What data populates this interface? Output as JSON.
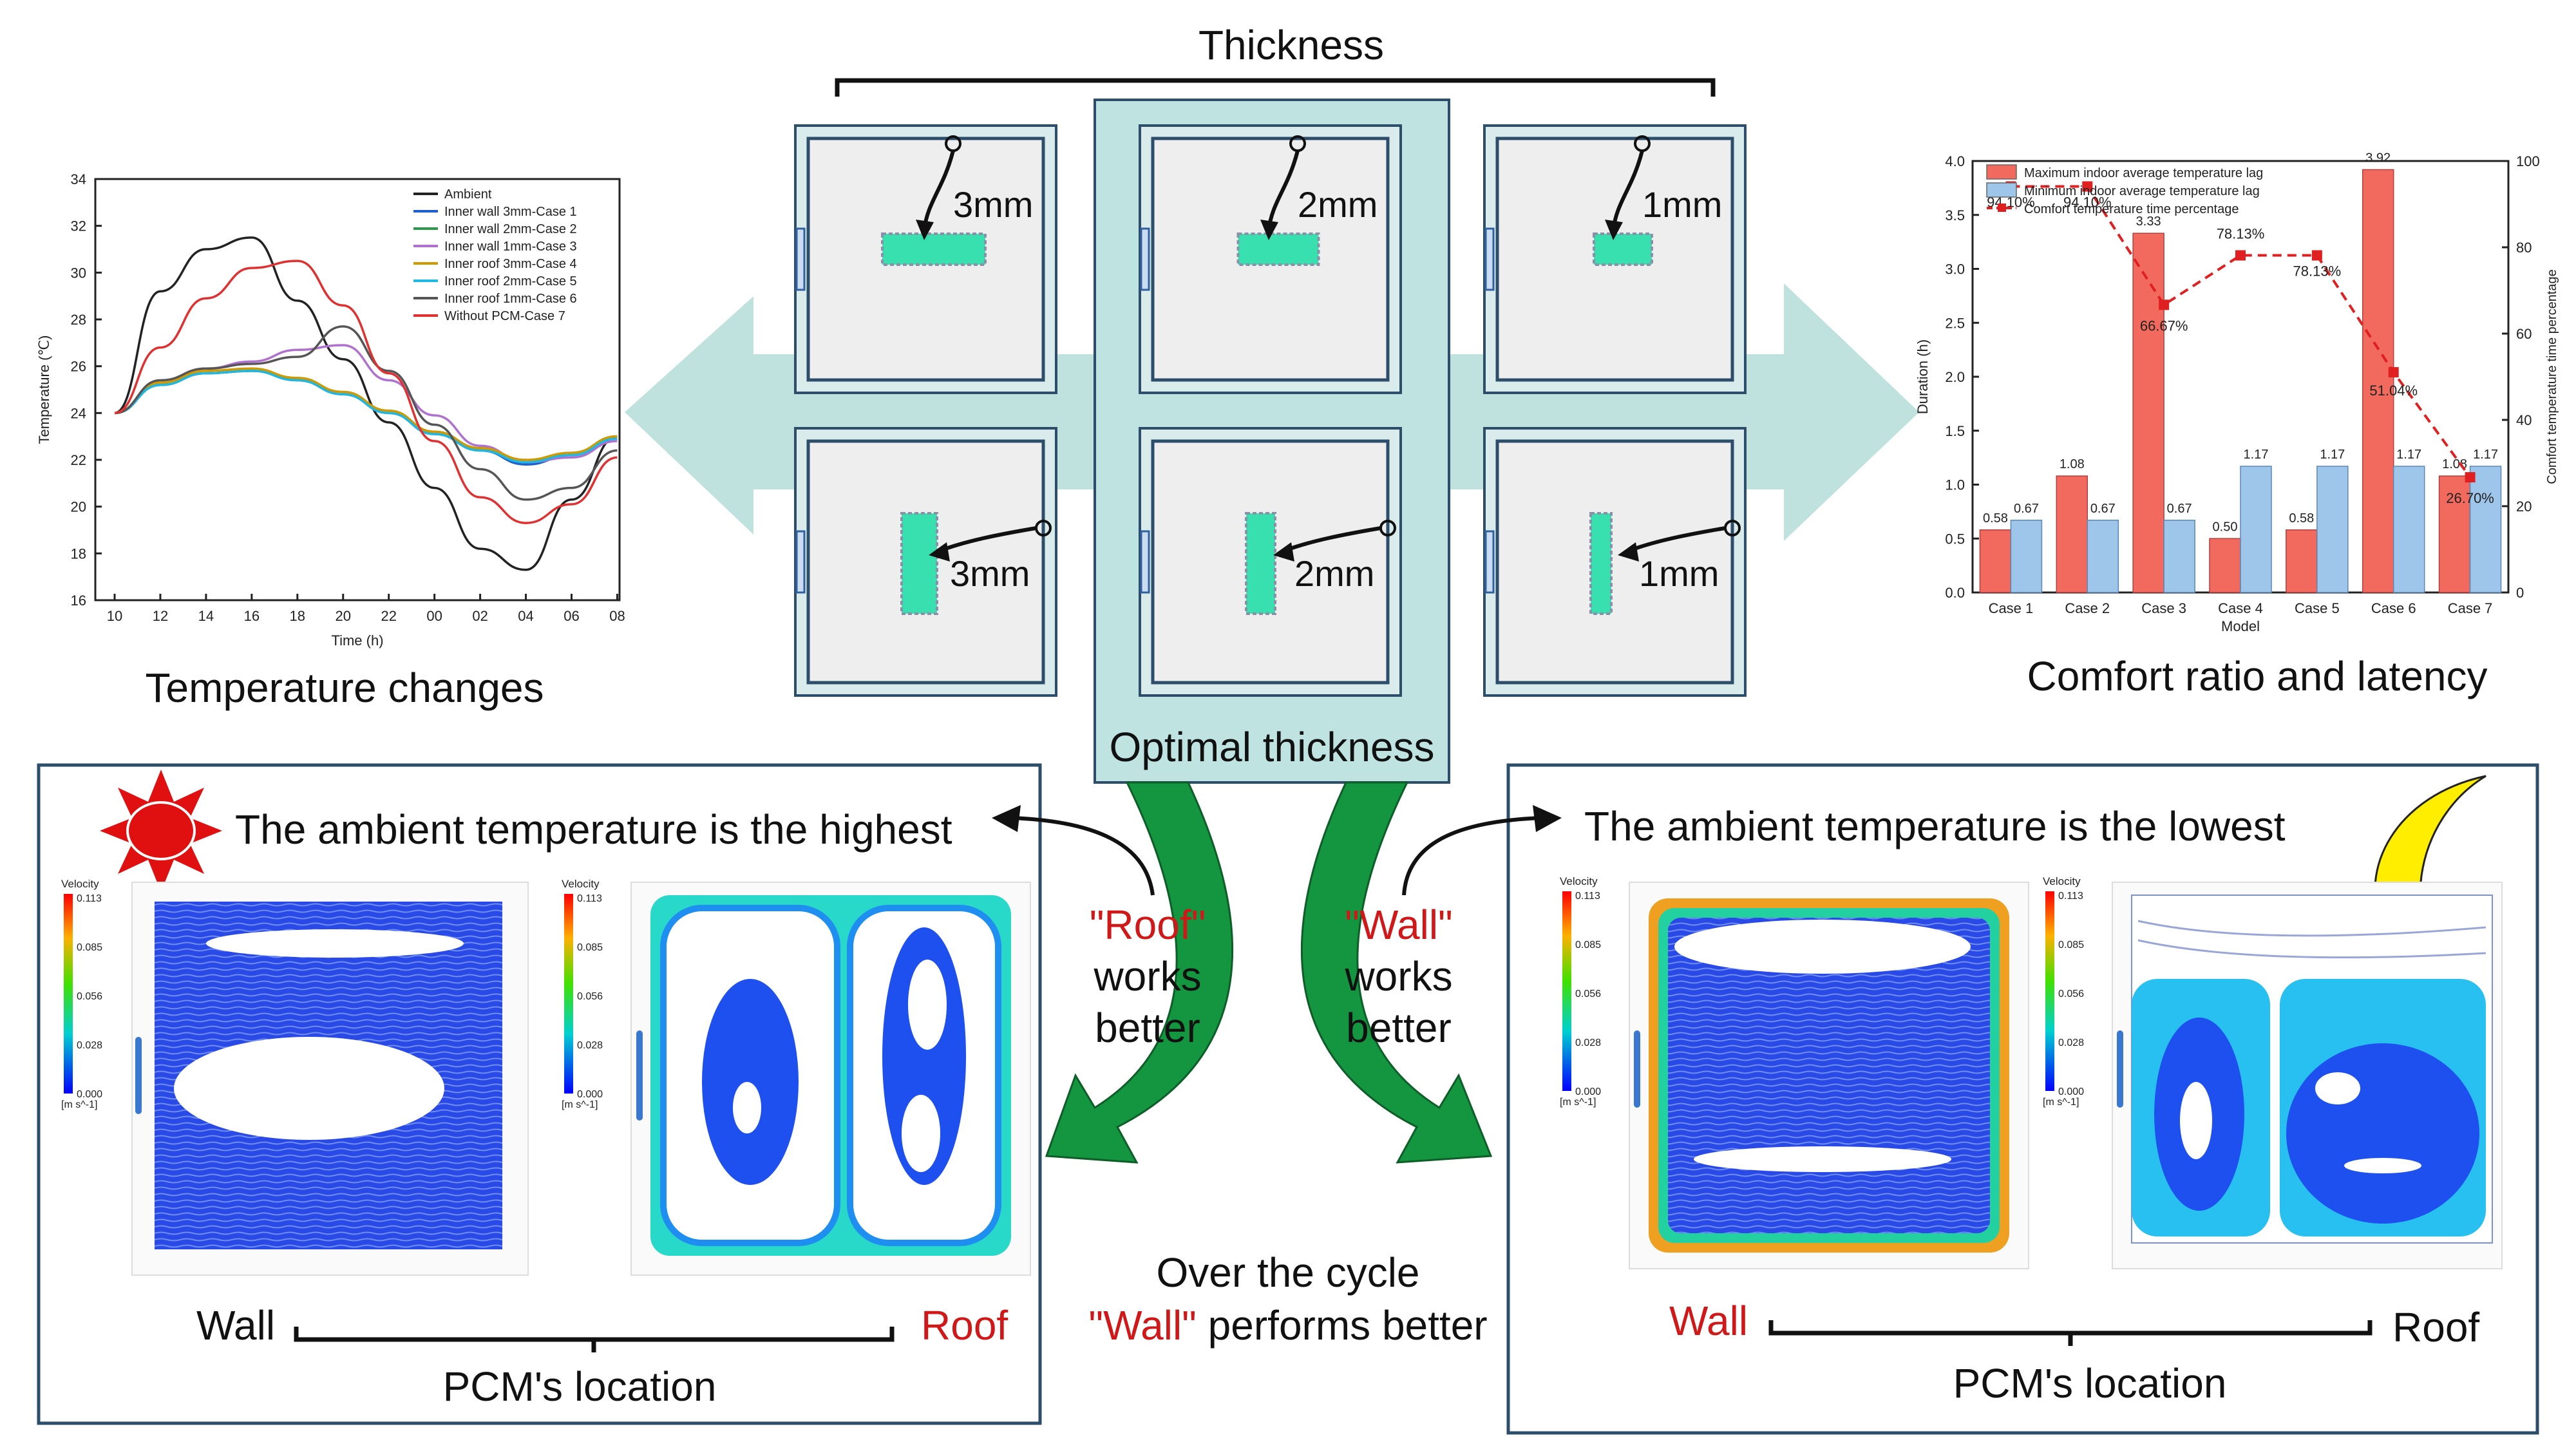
{
  "top": {
    "thickness_title": "Thickness",
    "thickness_labels": [
      "3mm",
      "2mm",
      "1mm"
    ],
    "optimal_label": "Optimal thickness"
  },
  "left_chart_title": "Temperature changes",
  "right_chart_title": "Comfort ratio and latency",
  "center": {
    "roof_quote": "\"Roof\"",
    "roof_line2": "works",
    "roof_line3": "better",
    "wall_quote": "\"Wall\"",
    "wall_line2": "works",
    "wall_line3": "better",
    "cycle_line1": "Over the cycle",
    "cycle_wall": "\"Wall\"",
    "cycle_rest": "performs better"
  },
  "bottom_left": {
    "heading": "The ambient temperature is the highest",
    "wall": "Wall",
    "roof": "Roof",
    "location": "PCM's location"
  },
  "bottom_right": {
    "heading": "The ambient temperature is the lowest",
    "wall": "Wall",
    "roof": "Roof",
    "location": "PCM's location"
  },
  "velocity_legend": {
    "title": "Velocity",
    "ticks": [
      "0.113",
      "0.085",
      "0.056",
      "0.028",
      "0.000"
    ],
    "unit": "[m s^-1]"
  },
  "colors": {
    "accent_teal": "#bfe3e0",
    "pcm_green": "#38e0b0",
    "arrow_green": "#14953f",
    "red_text": "#d01818",
    "bar_red": "#f26a5e",
    "bar_blue": "#9ec5ea"
  },
  "chart_data": [
    {
      "type": "line",
      "xlabel": "Time (h)",
      "ylabel": "Temperature (℃)",
      "ylim": [
        16,
        34
      ],
      "yticks": [
        "16",
        "18",
        "20",
        "22",
        "24",
        "26",
        "28",
        "30",
        "32",
        "34"
      ],
      "x": [
        "10",
        "12",
        "14",
        "16",
        "18",
        "20",
        "22",
        "00",
        "02",
        "04",
        "06",
        "08"
      ],
      "series": [
        {
          "name": "Ambient",
          "color": "#222222",
          "values": [
            24.0,
            29.2,
            31.0,
            31.5,
            28.8,
            26.3,
            23.6,
            20.8,
            18.2,
            17.3,
            20.3,
            23.0
          ]
        },
        {
          "name": "Inner wall 3mm-Case 1",
          "color": "#1f5fd0",
          "values": [
            24.0,
            25.2,
            25.7,
            25.8,
            25.4,
            24.8,
            24.0,
            23.1,
            22.4,
            21.8,
            22.2,
            23.0
          ]
        },
        {
          "name": "Inner wall 2mm-Case 2",
          "color": "#2a9a4a",
          "values": [
            24.0,
            25.2,
            25.7,
            25.8,
            25.5,
            24.9,
            24.1,
            23.2,
            22.5,
            21.9,
            22.3,
            23.0
          ]
        },
        {
          "name": "Inner wall 1mm-Case 3",
          "color": "#b070d0",
          "values": [
            24.0,
            25.3,
            25.9,
            26.2,
            26.7,
            26.9,
            25.4,
            23.9,
            22.6,
            21.9,
            22.1,
            22.8
          ]
        },
        {
          "name": "Inner roof 3mm-Case 4",
          "color": "#d09a00",
          "values": [
            24.0,
            25.3,
            25.8,
            25.9,
            25.5,
            24.9,
            24.1,
            23.2,
            22.5,
            22.0,
            22.3,
            23.0
          ]
        },
        {
          "name": "Inner roof 2mm-Case 5",
          "color": "#20b8e0",
          "values": [
            24.0,
            25.2,
            25.7,
            25.8,
            25.4,
            24.8,
            24.0,
            23.1,
            22.4,
            21.9,
            22.2,
            22.9
          ]
        },
        {
          "name": "Inner roof 1mm-Case 6",
          "color": "#555555",
          "values": [
            24.0,
            25.4,
            25.9,
            26.1,
            26.4,
            27.7,
            25.8,
            23.5,
            21.6,
            20.3,
            20.8,
            22.4
          ]
        },
        {
          "name": "Without PCM-Case 7",
          "color": "#e03030",
          "values": [
            24.0,
            26.8,
            28.9,
            30.2,
            30.5,
            28.6,
            25.7,
            22.8,
            20.4,
            19.3,
            20.1,
            22.1
          ]
        }
      ]
    },
    {
      "type": "bar",
      "xlabel": "Model",
      "ylabel": "Duration (h)",
      "y2label": "Comfort temperature time percentage",
      "ylim": [
        0,
        4.0
      ],
      "y2lim": [
        0,
        100
      ],
      "yticks": [
        "0.0",
        "0.5",
        "1.0",
        "1.5",
        "2.0",
        "2.5",
        "3.0",
        "3.5",
        "4.0"
      ],
      "y2ticks": [
        "0",
        "20",
        "40",
        "60",
        "80",
        "100"
      ],
      "categories": [
        "Case 1",
        "Case 2",
        "Case 3",
        "Case 4",
        "Case 5",
        "Case 6",
        "Case 7"
      ],
      "series": [
        {
          "name": "Maximum indoor average temperature lag",
          "values": [
            0.58,
            1.08,
            3.33,
            0.5,
            0.58,
            3.92,
            1.08
          ],
          "labels": [
            "0.58",
            "1.08",
            "3.33",
            "0.50",
            "0.58",
            "3.92",
            "1.08"
          ]
        },
        {
          "name": "Minimum indoor average temperature lag",
          "values": [
            0.67,
            0.67,
            0.67,
            1.17,
            1.17,
            1.17,
            1.17
          ],
          "labels": [
            "0.67",
            "0.67",
            "0.67",
            "1.17",
            "1.17",
            "1.17",
            "1.17"
          ]
        },
        {
          "name": "Comfort temperature time percentage",
          "values": [
            94.1,
            94.1,
            66.67,
            78.13,
            78.13,
            51.04,
            26.7
          ],
          "labels": [
            "94.10%",
            "94.10%",
            "66.67%",
            "78.13%",
            "78.13%",
            "51.04%",
            "26.70%"
          ]
        }
      ]
    }
  ]
}
